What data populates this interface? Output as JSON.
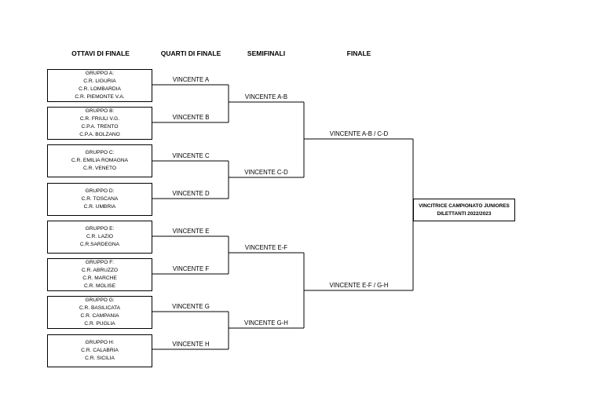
{
  "headers": {
    "ottavi": "OTTAVI DI FINALE",
    "quarti": "QUARTI DI FINALE",
    "semifinali": "SEMIFINALI",
    "finale": "FINALE"
  },
  "groups": [
    {
      "title": "GRUPPO A:",
      "teams": [
        "C.R. LIGURIA",
        "C.R. LOMBARDIA",
        "C.R. PIEMONTE V.A."
      ]
    },
    {
      "title": "GRUPPO B:",
      "teams": [
        "C.R. FRIULI V.G.",
        "C.P.A. TRENTO",
        "C.P.A. BOLZANO"
      ]
    },
    {
      "title": "GRUPPO C:",
      "teams": [
        "C.R. EMILIA ROMAGNA",
        "C.R. VENETO"
      ]
    },
    {
      "title": "GRUPPO D:",
      "teams": [
        "C.R. TOSCANA",
        "C.R. UMBRIA"
      ]
    },
    {
      "title": "GRUPPO E:",
      "teams": [
        "C.R. LAZIO",
        "C.R.SARDEGNA"
      ]
    },
    {
      "title": "GRUPPO F:",
      "teams": [
        "C.R. ABRUZZO",
        "C.R. MARCHE",
        "C.R. MOLISE"
      ]
    },
    {
      "title": "GRUPPO G:",
      "teams": [
        "C.R. BASILICATA",
        "C.R. CAMPANIA",
        "C.R. PUGLIA"
      ]
    },
    {
      "title": "GRUPPO H:",
      "teams": [
        "C.R. CALABRIA",
        "C.R. SICILIA"
      ]
    }
  ],
  "quarter_labels": [
    "VINCENTE A",
    "VINCENTE B",
    "VINCENTE C",
    "VINCENTE D",
    "VINCENTE E",
    "VINCENTE F",
    "VINCENTE G",
    "VINCENTE H"
  ],
  "semi_labels": [
    "VINCENTE A-B",
    "VINCENTE C-D",
    "VINCENTE E-F",
    "VINCENTE G-H"
  ],
  "final_labels": [
    "VINCENTE A-B / C-D",
    "VINCENTE E-F / G-H"
  ],
  "winner": {
    "line1": "VINCITRICE  CAMPIONATO JUNIORES",
    "line2": "DILETTANTI 2022/2023"
  }
}
